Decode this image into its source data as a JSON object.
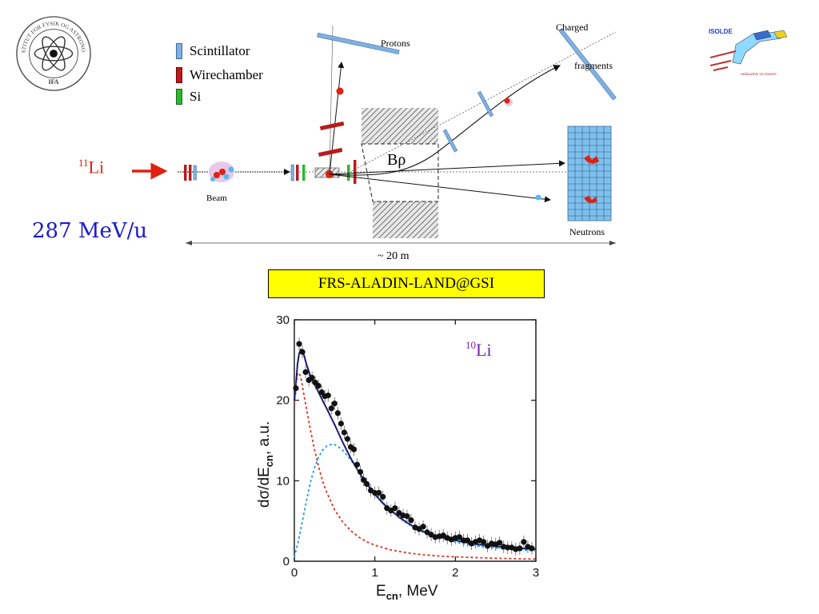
{
  "header": {
    "institute_logo_text": "INSTITUT FOR FYSIK OG ASTRONOMI",
    "institute_logo_abbrev": "IFA",
    "isolde_logo_text": "ISOLDE",
    "isolde_logo_caption": "radioactive ion beams"
  },
  "legend": {
    "items": [
      {
        "label": "Scintillator",
        "color": "#7fb0e0"
      },
      {
        "label": "Wirechamber",
        "color": "#b81c1c"
      },
      {
        "label": "Si",
        "color": "#2cb82c"
      }
    ]
  },
  "setup": {
    "beam_isotope_mass": "11",
    "beam_isotope_symbol": "Li",
    "beam_energy": "287 MeV/u",
    "beam_label": "Beam",
    "protons_label": "Protons",
    "charged_label": "Charged",
    "fragments_label": "fragments",
    "magnet_label": "Bρ",
    "neutrons_label": "Neutrons",
    "distance_label": "~ 20 m",
    "facility_label": "FRS-ALADIN-LAND@GSI"
  },
  "chart_data": {
    "type": "line",
    "annotation": {
      "mass": "10",
      "symbol": "Li",
      "color": "#7a20b0"
    },
    "xlabel_main": "E",
    "xlabel_sub": "cn",
    "xlabel_unit": ", MeV",
    "ylabel_main": "dσ/dE",
    "ylabel_sub": "cn",
    "ylabel_unit": ", a.u.",
    "xlim": [
      0,
      3
    ],
    "ylim": [
      0,
      30
    ],
    "xticks": [
      0,
      1,
      2,
      3
    ],
    "yticks": [
      0,
      10,
      20,
      30
    ],
    "grid": false,
    "series": [
      {
        "style": "points",
        "color": "#111111",
        "x": [
          0.02,
          0.06,
          0.1,
          0.14,
          0.18,
          0.22,
          0.26,
          0.3,
          0.34,
          0.38,
          0.42,
          0.46,
          0.5,
          0.54,
          0.58,
          0.62,
          0.66,
          0.7,
          0.74,
          0.78,
          0.82,
          0.86,
          0.9,
          0.95,
          1.0,
          1.05,
          1.1,
          1.15,
          1.2,
          1.25,
          1.3,
          1.35,
          1.4,
          1.45,
          1.5,
          1.55,
          1.6,
          1.65,
          1.7,
          1.75,
          1.8,
          1.85,
          1.9,
          1.95,
          2.0,
          2.05,
          2.1,
          2.15,
          2.2,
          2.25,
          2.3,
          2.35,
          2.4,
          2.45,
          2.5,
          2.55,
          2.6,
          2.65,
          2.7,
          2.75,
          2.8,
          2.85,
          2.9,
          2.95
        ],
        "y": [
          21.5,
          27.0,
          26.0,
          23.5,
          22.5,
          22.8,
          22.2,
          21.8,
          21.0,
          20.5,
          20.6,
          19.0,
          19.6,
          18.4,
          17.1,
          16.0,
          15.2,
          14.2,
          13.9,
          12.0,
          11.1,
          10.1,
          9.6,
          8.8,
          8.5,
          8.5,
          8.0,
          6.6,
          6.3,
          6.6,
          6.0,
          5.7,
          5.6,
          5.1,
          4.2,
          4.0,
          4.3,
          3.6,
          3.3,
          3.0,
          3.1,
          3.2,
          2.9,
          2.7,
          2.9,
          3.0,
          2.6,
          2.6,
          2.2,
          2.4,
          2.6,
          2.4,
          1.9,
          2.2,
          2.1,
          2.3,
          1.8,
          1.7,
          1.7,
          1.5,
          1.6,
          2.4,
          1.8,
          1.6
        ]
      },
      {
        "style": "solid",
        "color": "#1a1a70",
        "x": [
          0.0,
          0.02,
          0.04,
          0.06,
          0.08,
          0.1,
          0.12,
          0.15,
          0.2,
          0.25,
          0.3,
          0.35,
          0.4,
          0.45,
          0.5,
          0.6,
          0.7,
          0.8,
          0.9,
          1.0,
          1.1,
          1.2,
          1.3,
          1.4,
          1.5,
          1.6,
          1.8,
          2.0,
          2.2,
          2.4,
          2.6,
          2.8,
          3.0
        ],
        "y": [
          20.0,
          22.0,
          24.5,
          25.8,
          26.3,
          26.2,
          25.6,
          24.5,
          23.0,
          22.0,
          21.0,
          20.0,
          19.0,
          18.0,
          17.0,
          14.8,
          12.8,
          11.1,
          9.6,
          8.3,
          7.2,
          6.3,
          5.5,
          4.8,
          4.2,
          3.7,
          3.0,
          2.6,
          2.2,
          1.95,
          1.75,
          1.6,
          1.5
        ]
      },
      {
        "style": "dashed",
        "color": "#20a0e0",
        "x": [
          0.0,
          0.05,
          0.1,
          0.15,
          0.2,
          0.25,
          0.3,
          0.35,
          0.4,
          0.45,
          0.5,
          0.55,
          0.6,
          0.7,
          0.8,
          0.9,
          1.0,
          1.1,
          1.2,
          1.3,
          1.4,
          1.5,
          1.6,
          1.8,
          2.0,
          2.2,
          2.4,
          2.6,
          2.8,
          3.0
        ],
        "y": [
          0.5,
          2.5,
          5.0,
          7.5,
          9.8,
          11.6,
          12.9,
          13.8,
          14.3,
          14.5,
          14.5,
          14.2,
          13.8,
          12.6,
          11.2,
          9.8,
          8.5,
          7.3,
          6.3,
          5.4,
          4.7,
          4.1,
          3.6,
          2.9,
          2.4,
          2.0,
          1.75,
          1.55,
          1.4,
          1.3
        ]
      },
      {
        "style": "dashed",
        "color": "#e03020",
        "x": [
          0.0,
          0.02,
          0.04,
          0.06,
          0.08,
          0.1,
          0.12,
          0.15,
          0.2,
          0.25,
          0.3,
          0.35,
          0.4,
          0.5,
          0.6,
          0.7,
          0.8,
          0.9,
          1.0,
          1.2,
          1.4,
          1.6,
          1.8,
          2.0,
          2.4,
          2.8,
          3.0
        ],
        "y": [
          19.5,
          22.0,
          23.3,
          23.4,
          22.8,
          21.8,
          20.6,
          19.0,
          16.3,
          13.9,
          11.8,
          10.0,
          8.6,
          6.4,
          4.9,
          3.8,
          3.0,
          2.4,
          2.0,
          1.4,
          1.05,
          0.8,
          0.65,
          0.55,
          0.4,
          0.3,
          0.27
        ]
      }
    ]
  }
}
